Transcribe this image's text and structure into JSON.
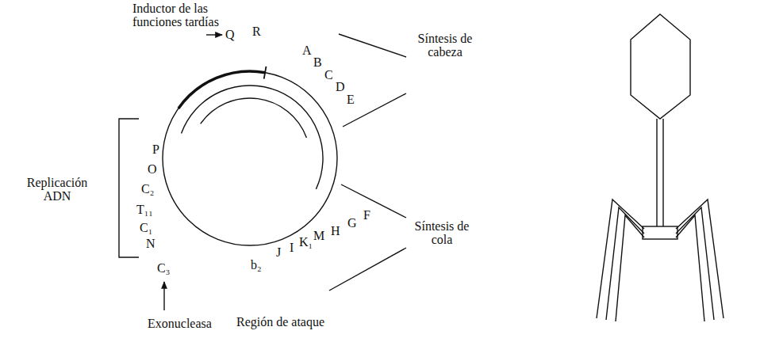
{
  "diagram": {
    "labels": [
      "Inductor de las funciones tardías",
      "Q",
      "R",
      "A",
      "B",
      "C",
      "D",
      "E",
      "Síntesis de cabeza",
      "P",
      "O",
      "C₂",
      "T₁₁",
      "C₁",
      "N",
      "Replicación ADN",
      "C₃",
      "b₂",
      "J",
      "I",
      "K₁",
      "M",
      "H",
      "G",
      "F",
      "Síntesis de cola",
      "Exonucleasa",
      "Región de ataque"
    ]
  }
}
